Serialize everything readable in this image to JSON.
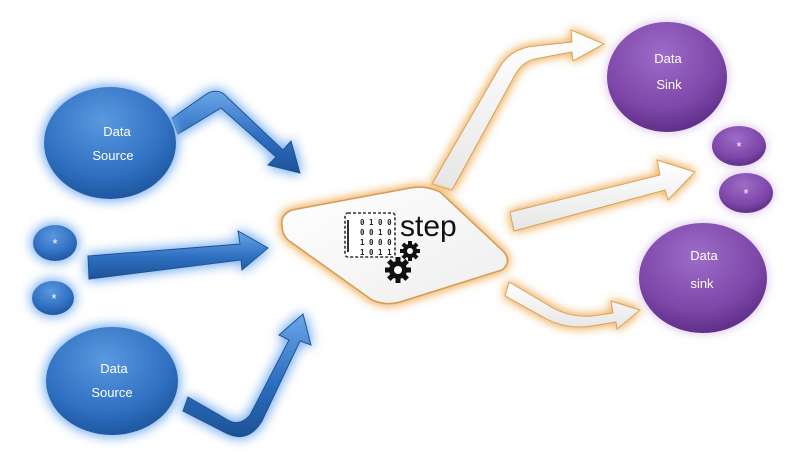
{
  "diagram": {
    "sources": [
      {
        "label_line1": "Data",
        "label_line2": "Source"
      },
      {
        "label_line1": "Data",
        "label_line2": "Source"
      }
    ],
    "source_placeholders": [
      "*",
      "*"
    ],
    "step": {
      "label": "step",
      "binary_rows": [
        "0 1 0 0",
        "0 0 1 0",
        "1 0 0 0",
        "1 0 1 1"
      ],
      "icons": [
        "binary-data-icon",
        "gears-icon"
      ]
    },
    "sinks": [
      {
        "label_line1": "Data",
        "label_line2": "Sink"
      },
      {
        "label_line1": "Data",
        "label_line2": "sink"
      }
    ],
    "sink_placeholders": [
      "*",
      "*"
    ],
    "colors": {
      "source_blue": "#2f72c4",
      "sink_purple": "#7d46a8",
      "arrow_blue": "#2e6fc0",
      "glow_orange": "#f0b66a"
    }
  }
}
